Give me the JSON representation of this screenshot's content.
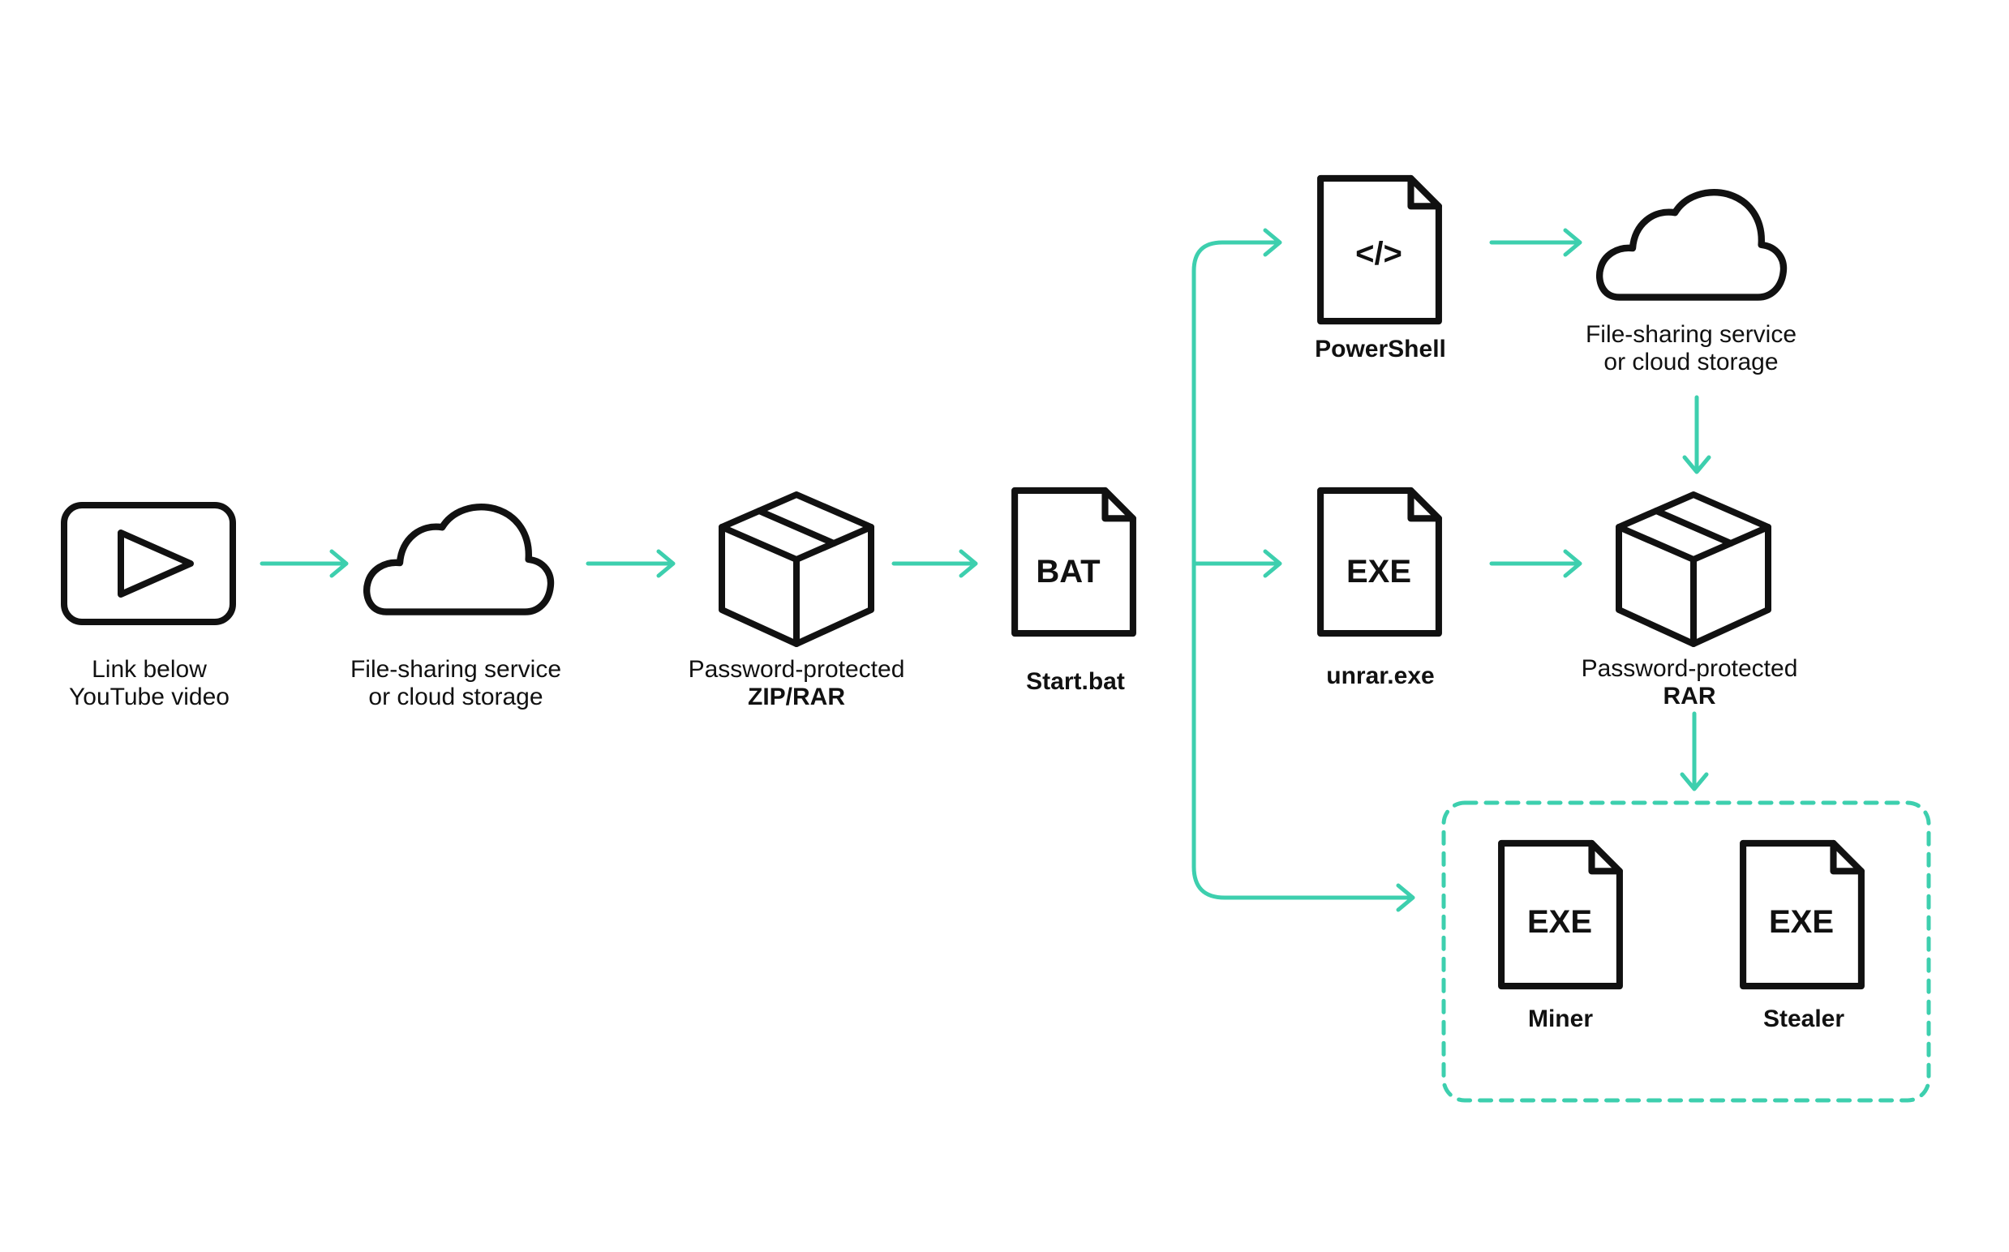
{
  "colors": {
    "accent": "#3dcfae",
    "ink": "#111111",
    "background": "#ffffff"
  },
  "nodes": {
    "youtube": {
      "icon": "play-video-icon",
      "line1": "Link below",
      "line2": "YouTube video"
    },
    "cloud1": {
      "icon": "cloud-icon",
      "line1": "File-sharing service",
      "line2": "or cloud storage"
    },
    "zip": {
      "icon": "package-icon",
      "line1": "Password-protected",
      "line2": "ZIP/RAR"
    },
    "bat": {
      "icon": "document-icon",
      "tag": "BAT",
      "label": "Start.bat"
    },
    "powershell": {
      "icon": "code-document-icon",
      "tag": "</>",
      "label": "PowerShell"
    },
    "cloud2": {
      "icon": "cloud-icon",
      "line1": "File-sharing service",
      "line2": "or cloud storage"
    },
    "unrar": {
      "icon": "document-icon",
      "tag": "EXE",
      "label": "unrar.exe"
    },
    "rar": {
      "icon": "package-icon",
      "line1": "Password-protected",
      "line2": "RAR"
    },
    "miner": {
      "icon": "document-icon",
      "tag": "EXE",
      "label": "Miner"
    },
    "stealer": {
      "icon": "document-icon",
      "tag": "EXE",
      "label": "Stealer"
    }
  }
}
